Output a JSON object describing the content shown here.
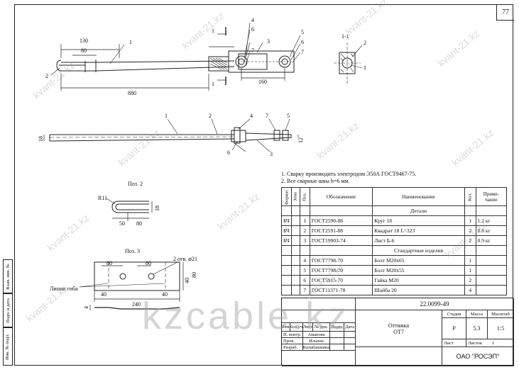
{
  "sheet_number": "77",
  "side_labels": [
    "Взам. инв. №",
    "Подп. и дата",
    "Инв. № подл."
  ],
  "view_top": {
    "dims": [
      "130",
      "80",
      "880",
      "160"
    ],
    "callouts": [
      "1",
      "2",
      "3",
      "4",
      "5",
      "6",
      "7",
      "6",
      "7"
    ],
    "section_marks": [
      "1",
      "1"
    ]
  },
  "section_1_1": {
    "title": "1-1",
    "callouts": [
      "2",
      "1"
    ]
  },
  "view_side": {
    "callouts": [
      "1",
      "2",
      "4",
      "7",
      "5",
      "6",
      "3"
    ],
    "dims": [
      "18",
      "12"
    ]
  },
  "pos2": {
    "title": "Поз. 2",
    "radius": "R11",
    "dims": [
      "50",
      "80",
      "18"
    ]
  },
  "pos3": {
    "title": "Поз. 3",
    "holes": "2 отв. ⌀21",
    "bend_lines": "Линии гиба",
    "dims": [
      "80",
      "80",
      "40",
      "40",
      "240",
      "40",
      "80",
      "4"
    ]
  },
  "notes": [
    "1. Сварку производить электродом Э50А ГОСТ9467-75.",
    "2. Все сварные швы h=6 мм."
  ],
  "spec_table": {
    "headers": {
      "format": "Формат",
      "zone": "Зона",
      "pos": "Поз.",
      "designation": "Обозначение",
      "name": "Наименование",
      "qty": "Кол.",
      "note": "Приме-чание"
    },
    "section_details": "Детали",
    "section_standard": "Стандартные изделия",
    "rows": [
      {
        "format": "БЧ",
        "pos": "1",
        "designation": "ГОСТ2590-88",
        "name": "Круг 18",
        "qty": "1",
        "note": "1.2 кг"
      },
      {
        "format": "БЧ",
        "pos": "2",
        "designation": "ГОСТ2591-88",
        "name": "Квадрат 18 L=323",
        "qty": "2",
        "note": "0.8 кг"
      },
      {
        "format": "БЧ",
        "pos": "3",
        "designation": "ГОСТ19903-74",
        "name": "Лист Б-6",
        "qty": "2",
        "note": "0.9 кг"
      }
    ],
    "std_rows": [
      {
        "pos": "4",
        "designation": "ГОСТ7798-70",
        "name": "Болт М20х65",
        "qty": "1"
      },
      {
        "pos": "5",
        "designation": "ГОСТ7798-70",
        "name": "Болт М20х55",
        "qty": "1"
      },
      {
        "pos": "6",
        "designation": "ГОСТ5915-70",
        "name": "Гайка М20",
        "qty": "2"
      },
      {
        "pos": "7",
        "designation": "ГОСТ11371-78",
        "name": "Шайба 20",
        "qty": "4"
      }
    ]
  },
  "title_block": {
    "doc_code": "22.0099-49",
    "title_line1": "Оттяжка",
    "title_line2": "ОТ7",
    "stage_label": "Стадия",
    "mass_label": "Масса",
    "scale_label": "Масштаб",
    "stage": "Р",
    "mass": "5.3",
    "scale": "1:5",
    "sheet_label": "Лист",
    "sheets_label": "Листов",
    "sheets_value": "1",
    "company": "ОАО \"РОСЭП\"",
    "change_headers": [
      "Изм.",
      "Кол.уч.",
      "Лист",
      "№ док.",
      "Подп.",
      "Дата"
    ],
    "signers": [
      {
        "role": "Н. контр.",
        "name": "Аманова"
      },
      {
        "role": "Пров.",
        "name": "Ильина"
      },
      {
        "role": "Разраб.",
        "name": "Калабашкина"
      }
    ]
  },
  "watermarks": {
    "small": "kvant-21.kz",
    "big": "kzcable.kz"
  }
}
